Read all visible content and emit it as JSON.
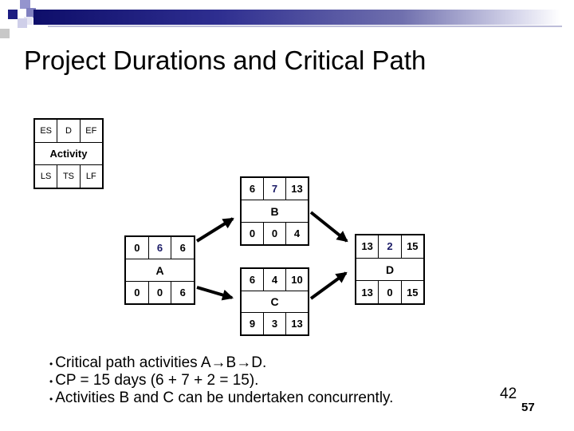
{
  "slide": {
    "title": "Project Durations and Critical Path",
    "page_number_large": "42",
    "page_number_small": "57"
  },
  "theme": {
    "bar_gradient_start": "#0e0e6a",
    "bar_gradient_end": "#ffffff",
    "corner_square_navy": "#1c1c82",
    "corner_square_periwinkle": "#9494ce",
    "corner_square_blue": "#8080c0",
    "corner_square_lavender": "#cfcfe9",
    "corner_square_gray": "#c8c8c8",
    "critical_duration_color": "#1a1a66",
    "node_border_color": "#000000",
    "text_color": "#000000"
  },
  "diagram": {
    "legend": {
      "top": [
        "ES",
        "D",
        "EF"
      ],
      "middle": "Activity",
      "bottom": [
        "LS",
        "TS",
        "LF"
      ]
    },
    "nodes": [
      {
        "name": "A",
        "top": [
          "0",
          "6",
          "6"
        ],
        "bottom": [
          "0",
          "0",
          "6"
        ],
        "critical": true
      },
      {
        "name": "B",
        "top": [
          "6",
          "7",
          "13"
        ],
        "bottom": [
          "0",
          "0",
          "4"
        ],
        "critical": true
      },
      {
        "name": "C",
        "top": [
          "6",
          "4",
          "10"
        ],
        "bottom": [
          "9",
          "3",
          "13"
        ],
        "critical": false
      },
      {
        "name": "D",
        "top": [
          "13",
          "2",
          "15"
        ],
        "bottom": [
          "13",
          "0",
          "15"
        ],
        "critical": true
      }
    ],
    "edges": [
      {
        "from": "A",
        "to": "B"
      },
      {
        "from": "A",
        "to": "C"
      },
      {
        "from": "B",
        "to": "D"
      },
      {
        "from": "C",
        "to": "D"
      }
    ]
  },
  "bullets": [
    "Critical path activities A→B→D.",
    "CP = 15 days (6 + 7 + 2 = 15).",
    "Activities B and C can be undertaken concurrently."
  ]
}
